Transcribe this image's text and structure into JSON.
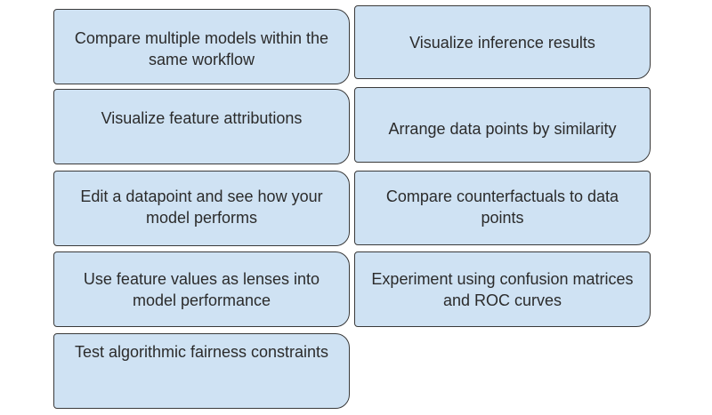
{
  "cards": [
    "Compare multiple models within the same workflow",
    "Visualize inference results",
    "Visualize feature attributions",
    "Arrange data points by similarity",
    "Edit a datapoint and see how your model performs",
    "Compare counterfactuals to data points",
    "Use feature values as lenses into model performance",
    "Experiment using confusion matrices and ROC curves",
    "Test algorithmic fairness constraints"
  ]
}
